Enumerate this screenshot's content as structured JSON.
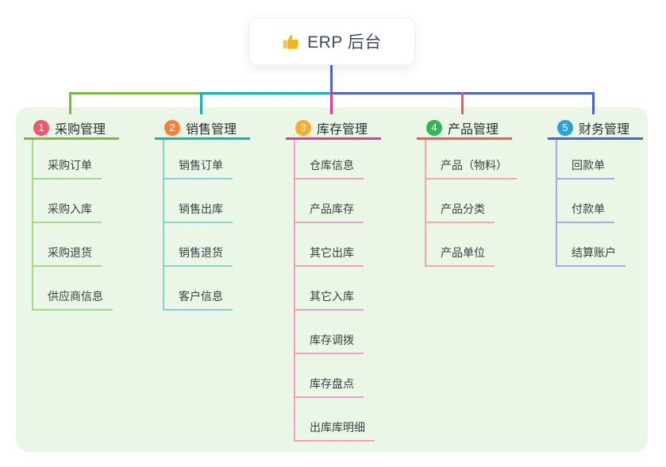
{
  "root": {
    "title": "ERP 后台",
    "icon": "thumbs-up-icon",
    "icon_color": "#f5b61d"
  },
  "panel_color": "#eaf6e6",
  "branches": [
    {
      "index": "1",
      "title": "采购管理",
      "badge_color": "#f2566c",
      "line_color": "#7cb93f",
      "child_line_color": "#a9d68a",
      "children": [
        "采购订单",
        "采购入库",
        "采购退货",
        "供应商信息"
      ]
    },
    {
      "index": "2",
      "title": "销售管理",
      "badge_color": "#f97d3d",
      "line_color": "#14b3ac",
      "child_line_color": "#85d6d0",
      "children": [
        "销售订单",
        "销售出库",
        "销售退货",
        "客户信息"
      ]
    },
    {
      "index": "3",
      "title": "库存管理",
      "badge_color": "#ffab2e",
      "line_color": "#e23a97",
      "child_line_color": "#f29cc9",
      "children": [
        "仓库信息",
        "产品库存",
        "其它出库",
        "其它入库",
        "库存调拨",
        "库存盘点",
        "出库库明细"
      ]
    },
    {
      "index": "4",
      "title": "产品管理",
      "badge_color": "#2fb956",
      "line_color": "#f95353",
      "child_line_color": "#f9a6a6",
      "children": [
        "产品（物料）",
        "产品分类",
        "产品单位"
      ]
    },
    {
      "index": "5",
      "title": "财务管理",
      "badge_color": "#28a2dd",
      "line_color": "#4a63d3",
      "child_line_color": "#9fade6",
      "children": [
        "回款单",
        "付款单",
        "结算账户"
      ]
    }
  ]
}
